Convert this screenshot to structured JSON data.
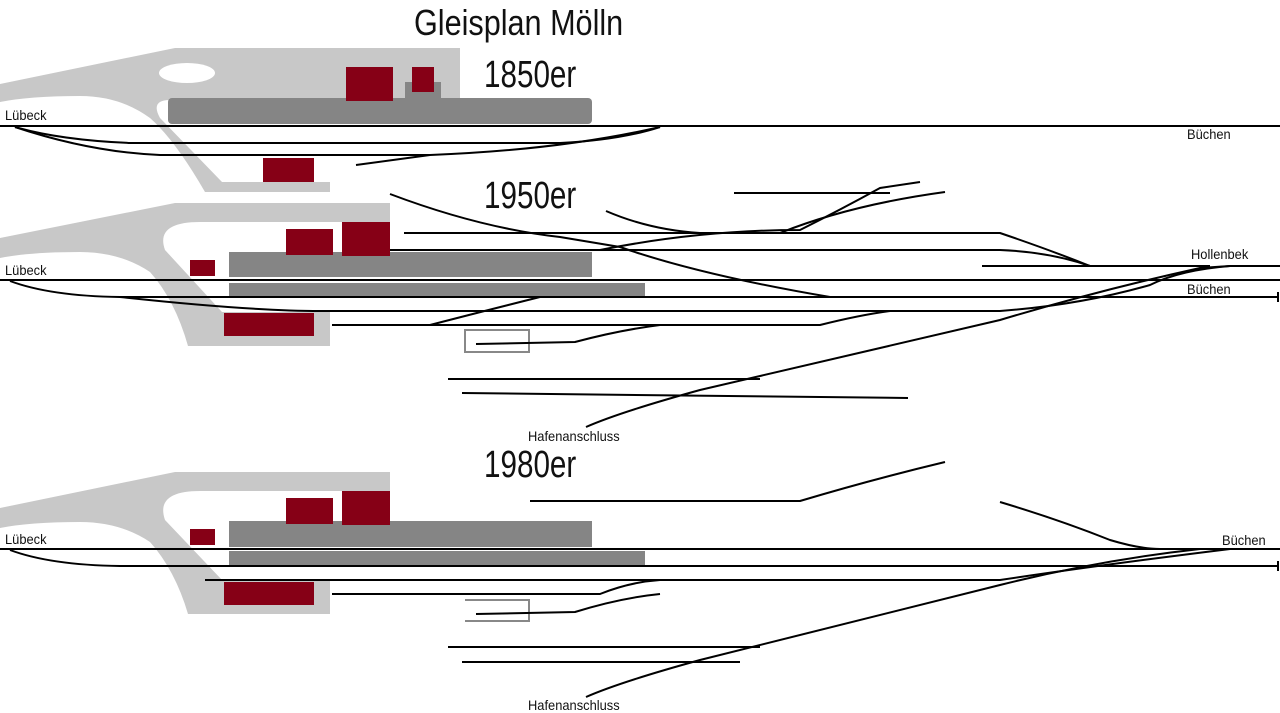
{
  "title": "Gleisplan Mölln",
  "colors": {
    "area": "#c8c8c8",
    "platform": "#858585",
    "building": "#860016",
    "track": "#000000"
  },
  "eras": [
    {
      "label": "1850er",
      "places": {
        "west": "Lübeck",
        "east": "Büchen"
      }
    },
    {
      "label": "1950er",
      "places": {
        "west": "Lübeck",
        "east_upper": "Hollenbek",
        "east": "Büchen",
        "south": "Hafenanschluss"
      }
    },
    {
      "label": "1980er",
      "places": {
        "west": "Lübeck",
        "east": "Büchen",
        "south": "Hafenanschluss"
      }
    }
  ]
}
